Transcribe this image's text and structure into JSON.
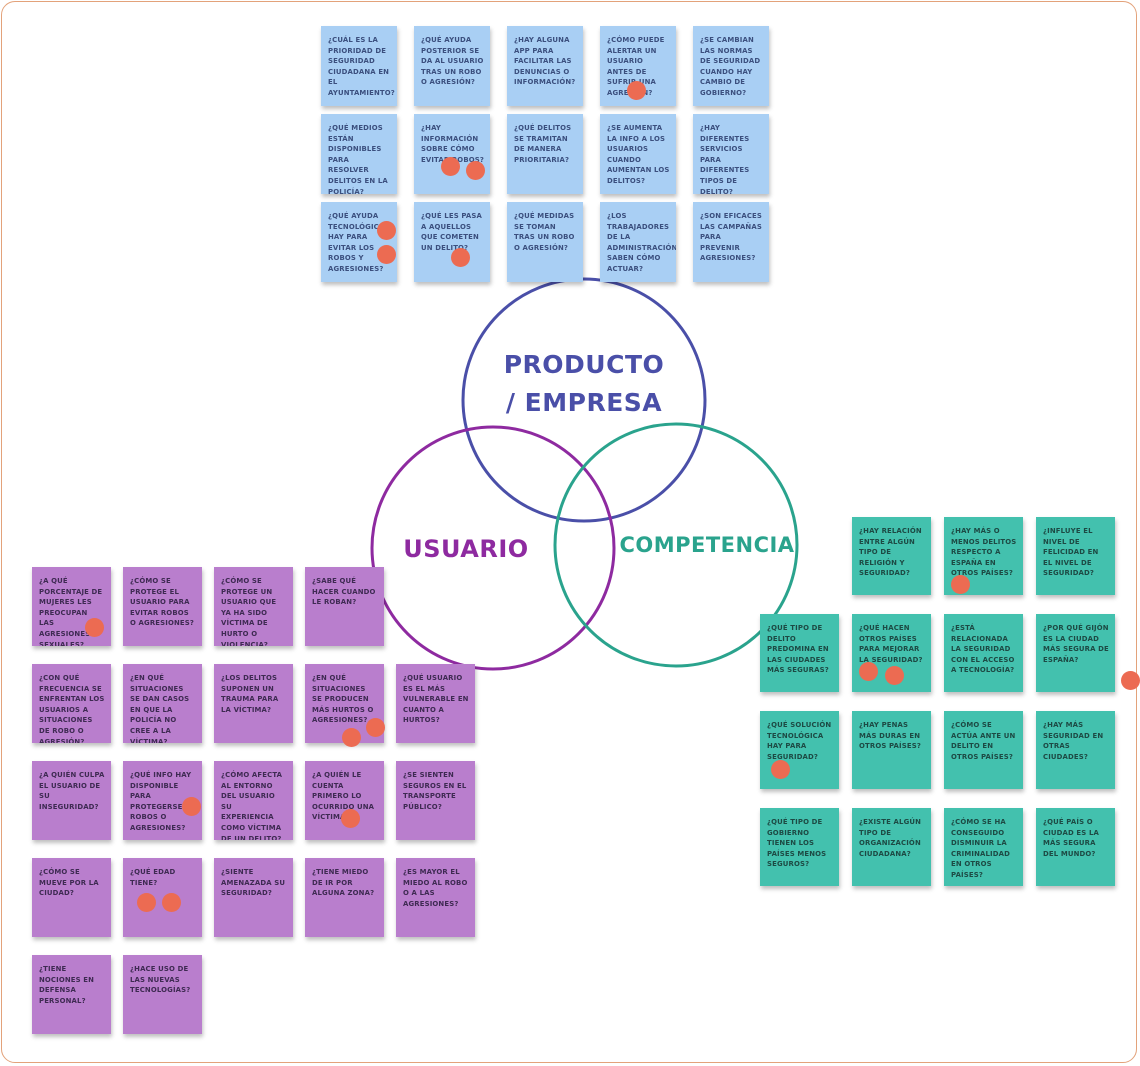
{
  "diagram": {
    "circles": [
      {
        "id": "producto",
        "label_lines": [
          "PRODUCTO",
          "/ EMPRESA"
        ],
        "color": "#4a4fa8"
      },
      {
        "id": "usuario",
        "label_lines": [
          "USUARIO"
        ],
        "color": "#8e2aa0"
      },
      {
        "id": "competencia",
        "label_lines": [
          "COMPETENCIA"
        ],
        "color": "#2aa38d"
      }
    ]
  },
  "colors": {
    "blue_note": "#a9cff4",
    "teal_note": "#43c1ae",
    "purple_note": "#b97ecd",
    "vote_dot": "#ec6b52",
    "frame": "#e3a27a"
  },
  "notes": {
    "producto": [
      {
        "text": "¿Cuál es la prioridad de seguridad ciudadana en el ayuntamiento?",
        "votes": 0
      },
      {
        "text": "¿Qué ayuda posterior se da al usuario tras un robo o agresión?",
        "votes": 0
      },
      {
        "text": "¿Hay alguna app para facilitar las denuncias o información?",
        "votes": 0
      },
      {
        "text": "¿Cómo puede alertar un usuario antes de sufrir una agresión?",
        "votes": 1
      },
      {
        "text": "¿Se cambian las normas de seguridad cuando hay cambio de gobierno?",
        "votes": 0
      },
      {
        "text": "¿Qué medios están disponibles para resolver delitos en la policía?",
        "votes": 0
      },
      {
        "text": "¿Hay información sobre cómo evitar robos?",
        "votes": 2
      },
      {
        "text": "¿Qué delitos se tramitan de manera prioritaria?",
        "votes": 0
      },
      {
        "text": "¿Se aumenta la info a los usuarios cuando aumentan los delitos?",
        "votes": 0
      },
      {
        "text": "¿Hay diferentes servicios para diferentes tipos de delito?",
        "votes": 0
      },
      {
        "text": "¿Qué ayuda tecnológica hay para evitar los robos y agresiones?",
        "votes": 2
      },
      {
        "text": "¿Qué les pasa a aquellos que cometen un delito?",
        "votes": 1
      },
      {
        "text": "¿Qué medidas se toman tras un robo o agresión?",
        "votes": 0
      },
      {
        "text": "¿Los trabajadores de la administración saben cómo actuar?",
        "votes": 0
      },
      {
        "text": "¿Son eficaces las campañas para prevenir agresiones?",
        "votes": 0
      }
    ],
    "competencia": [
      {
        "text": "¿Hay relación entre algún tipo de religión y seguridad?",
        "votes": 0
      },
      {
        "text": "¿Hay más o menos delitos respecto a España en otros países?",
        "votes": 1
      },
      {
        "text": "¿Influye el nivel de felicidad en el nivel de seguridad?",
        "votes": 0
      },
      {
        "text": "¿Qué tipo de delito predomina en las ciudades más seguras?",
        "votes": 0
      },
      {
        "text": "¿Qué hacen otros países para mejorar la seguridad?",
        "votes": 2
      },
      {
        "text": "¿Está relacionada la seguridad con el acceso a tecnología?",
        "votes": 0
      },
      {
        "text": "¿Por qué Gijón es la ciudad más segura de España?",
        "votes": 1
      },
      {
        "text": "¿Qué solución tecnológica hay para seguridad?",
        "votes": 1
      },
      {
        "text": "¿Hay penas más duras en otros países?",
        "votes": 0
      },
      {
        "text": "¿Cómo se actúa ante un delito en otros países?",
        "votes": 0
      },
      {
        "text": "¿Hay más seguridad en otras ciudades?",
        "votes": 0
      },
      {
        "text": "¿Qué tipo de gobierno tienen los países menos seguros?",
        "votes": 0
      },
      {
        "text": "¿Existe algún tipo de organización ciudadana?",
        "votes": 0
      },
      {
        "text": "¿Cómo se ha conseguido disminuir la criminalidad en otros países?",
        "votes": 0
      },
      {
        "text": "¿Qué país o ciudad es la más segura del mundo?",
        "votes": 0
      }
    ],
    "usuario": [
      {
        "text": "¿A qué porcentaje de mujeres les preocupan las agresiones sexuales?",
        "votes": 1
      },
      {
        "text": "¿Cómo se protege el usuario para evitar robos o agresiones?",
        "votes": 0
      },
      {
        "text": "¿Cómo se protege un usuario que ya ha sido víctima de hurto o violencia?",
        "votes": 0
      },
      {
        "text": "¿Sabe qué hacer cuando le roban?",
        "votes": 0
      },
      {
        "text": "¿Con qué frecuencia se enfrentan los usuarios a situaciones de robo o agresión?",
        "votes": 0
      },
      {
        "text": "¿En qué situaciones se dan casos en que la policía no cree a la víctima?",
        "votes": 0
      },
      {
        "text": "¿Los delitos suponen un trauma para la víctima?",
        "votes": 0
      },
      {
        "text": "¿En qué situaciones se producen más hurtos o agresiones?",
        "votes": 2
      },
      {
        "text": "¿Qué usuario es el más vulnerable en cuanto a hurtos?",
        "votes": 0
      },
      {
        "text": "¿A quién culpa el usuario de su inseguridad?",
        "votes": 0
      },
      {
        "text": "¿Qué info hay disponible para protegerse de robos o agresiones?",
        "votes": 1
      },
      {
        "text": "¿Cómo afecta al entorno del usuario su experiencia como víctima de un delito?",
        "votes": 0
      },
      {
        "text": "¿A quién le cuenta primero lo ocurrido una víctima?",
        "votes": 1
      },
      {
        "text": "¿Se sienten seguros en el transporte público?",
        "votes": 0
      },
      {
        "text": "¿Cómo se mueve por la ciudad?",
        "votes": 0
      },
      {
        "text": "¿Qué edad tiene?",
        "votes": 2
      },
      {
        "text": "¿Siente amenazada su seguridad?",
        "votes": 0
      },
      {
        "text": "¿Tiene miedo de ir por alguna zona?",
        "votes": 0
      },
      {
        "text": "¿Es mayor el miedo al robo o a las agresiones?",
        "votes": 0
      },
      {
        "text": "¿Tiene nociones en defensa personal?",
        "votes": 0
      },
      {
        "text": "¿Hace uso de las nuevas tecnologías?",
        "votes": 0
      }
    ]
  }
}
